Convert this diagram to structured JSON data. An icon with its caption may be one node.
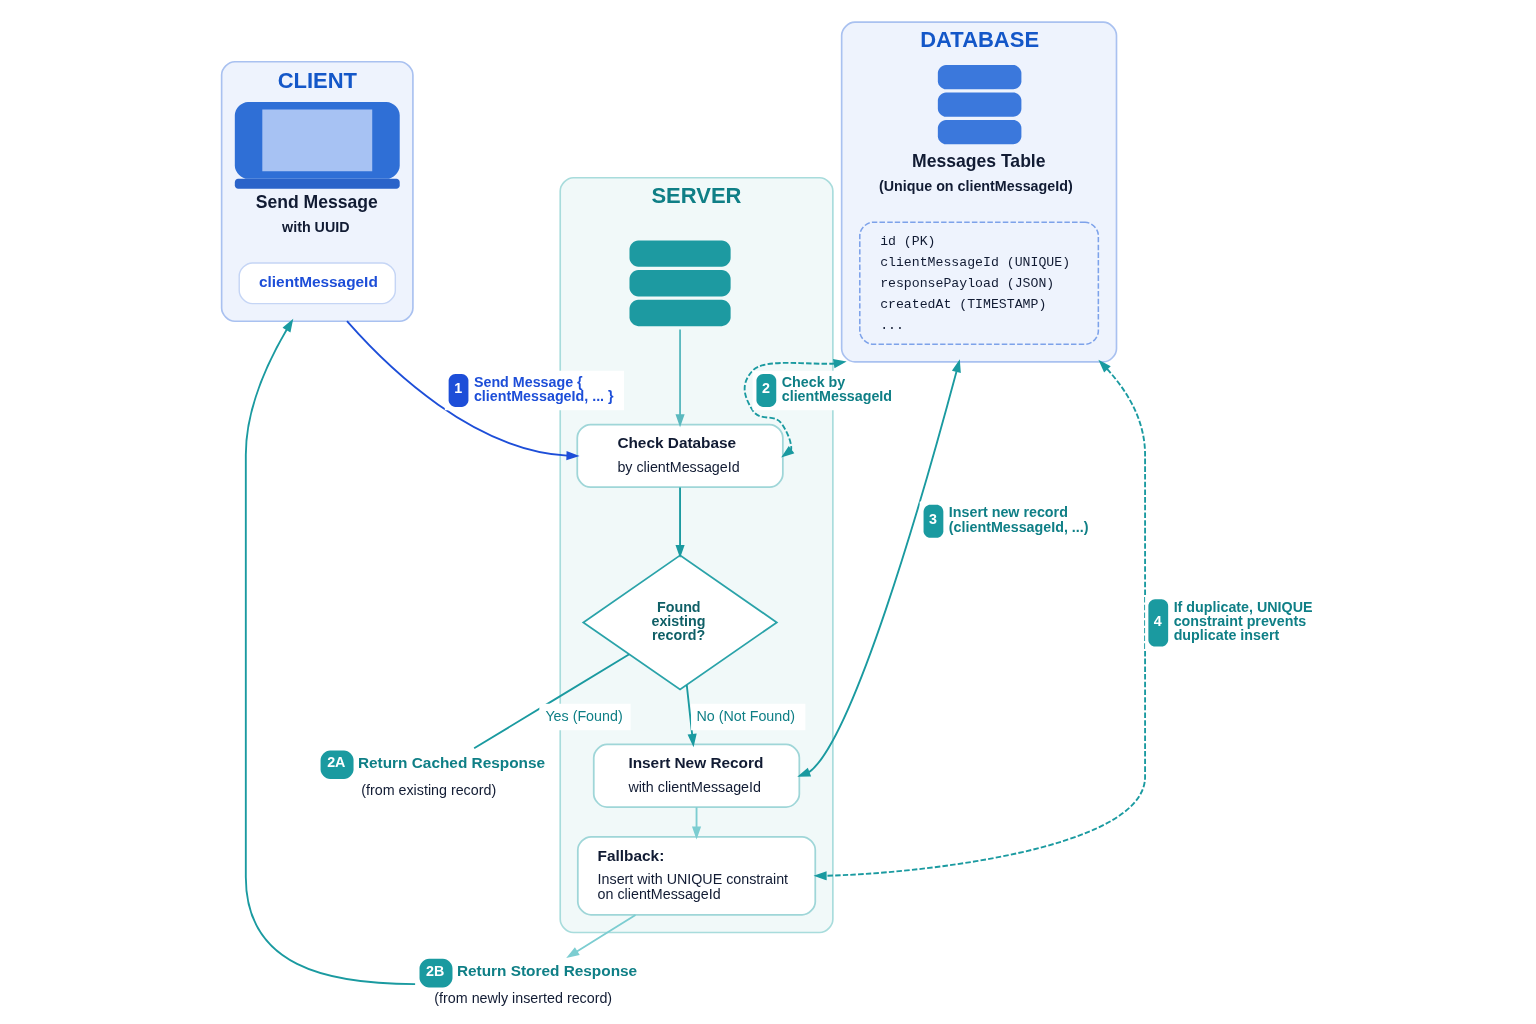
{
  "diagram": {
    "nodes": [
      {
        "text": [
          "CLIENT",
          "Send Message",
          "with UUID"
        ]
      },
      {
        "text": [
          "clientMessageId"
        ],
        "in": 0
      },
      {
        "text": [
          "SERVER"
        ]
      },
      {
        "text": [],
        "shape": "picture",
        "in": 2
      },
      {
        "text": [
          "Check Database",
          "by clientMessageId"
        ],
        "in": 2
      },
      {
        "text": [
          "DATABASE",
          "Messages Table",
          "(Unique on clientMessageId)"
        ]
      },
      {
        "text": [
          "id (PK)",
          "clientMessageId (UNIQUE)",
          "responsePayload (JSON)",
          "createdAt (TIMESTAMP)",
          "..."
        ],
        "in": 5
      },
      {
        "text": [
          "Found existing record?"
        ],
        "in": 2
      },
      {
        "text": [
          "2A",
          "Return Cached Response",
          "(from existing record)"
        ]
      },
      {
        "text": [
          "Insert New Record",
          "with clientMessageId"
        ],
        "in": 2
      },
      {
        "text": [
          "Fallback:",
          "Insert with UNIQUE constraint on clientMessageId"
        ],
        "in": 2
      },
      {
        "text": [
          "2B",
          "Return Stored Response",
          "(from newly inserted record)"
        ]
      }
    ],
    "edges": [
      {
        "from": 0,
        "to": 4,
        "arrow": "to",
        "label": "1 Send Message { clientMessageId, ... }",
        "color": "#1d4ed8"
      },
      {
        "from": 3,
        "to": 4,
        "arrow": "to",
        "color": "#5bb9bf"
      },
      {
        "from": 4,
        "to": 5,
        "arrow": "both",
        "label": "2 Check by clientMessageId",
        "style": "dashed"
      },
      {
        "from": 4,
        "to": 7,
        "arrow": "to"
      },
      {
        "from": 7,
        "to": 8,
        "arrow": "none",
        "label": "Yes (Found)"
      },
      {
        "from": 7,
        "to": 9,
        "arrow": "to",
        "label": "No (Not Found)"
      },
      {
        "from": 9,
        "to": 5,
        "arrow": "both",
        "label": "3 Insert new record (clientMessageId, ...)"
      },
      {
        "from": 9,
        "to": 10,
        "arrow": "to",
        "color": "#7ccdd1"
      },
      {
        "from": 10,
        "to": 5,
        "arrow": "both",
        "label": "4 If duplicate, UNIQUE constraint prevents duplicate insert",
        "style": "dashed"
      },
      {
        "from": 10,
        "to": 11,
        "arrow": "to",
        "color": "#7ccdd1"
      },
      {
        "from": 11,
        "to": 0,
        "arrow": "to"
      }
    ]
  }
}
